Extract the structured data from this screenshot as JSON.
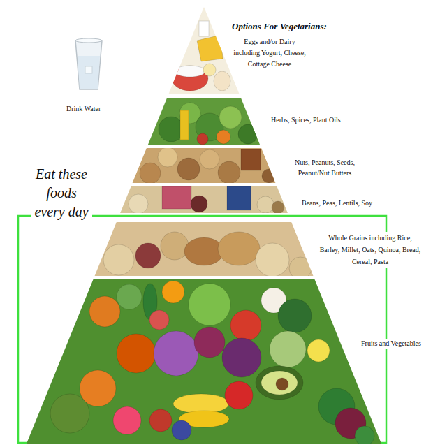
{
  "diagram": {
    "nodes": [
      {
        "text": [
          "Options For Vegetarians:",
          "Eggs and/or Dairy including Yogurt, Cheese, Cottage Cheese"
        ]
      },
      {
        "text": [
          "Herbs, Spices, Plant Oils"
        ]
      },
      {
        "text": [
          "Nuts, Peanuts, Seeds, Peanut/Nut Butters"
        ]
      },
      {
        "text": [
          "Beans, Peas, Lentils, Soy"
        ]
      },
      {
        "text": [
          "Whole Grains including Rice, Barley, Millet, Oats, Quinoa, Bread, Cereal, Pasta"
        ]
      },
      {
        "text": [
          "Fruits and Vegetables"
        ]
      }
    ],
    "labels": [
      "Drink Water",
      "Eat these foods every day"
    ]
  }
}
